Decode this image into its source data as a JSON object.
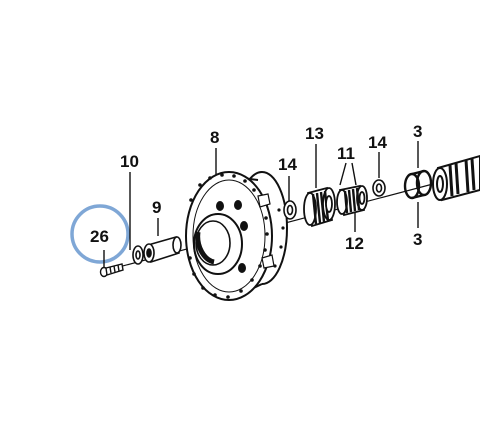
{
  "diagram": {
    "callouts": {
      "c26": "26",
      "c10": "10",
      "c9": "9",
      "c8": "8",
      "c14a": "14",
      "c13": "13",
      "c11": "11",
      "c12": "12",
      "c14b": "14",
      "c3a": "3",
      "c3b": "3"
    },
    "highlighted_callout": "26",
    "colors": {
      "line": "#111111",
      "highlight_ring": "#7fa7d6",
      "background": "#ffffff"
    }
  }
}
